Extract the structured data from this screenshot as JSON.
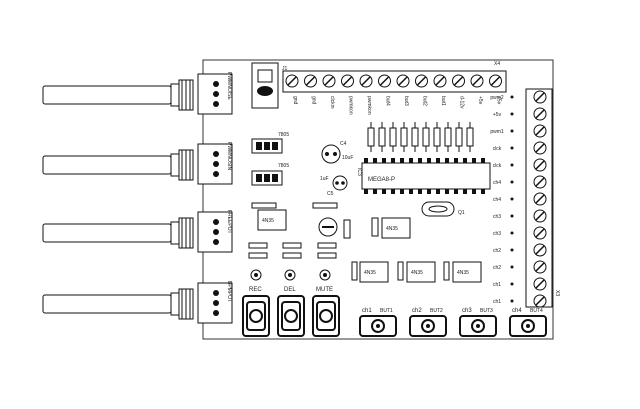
{
  "board": {
    "pots": [
      "PWMNOISE",
      "PWMNOSIN",
      "FREEPOT",
      "BPMPOT"
    ],
    "header_x4": "X4",
    "header_j1": "J1",
    "header_x3": "X3",
    "top_pins": [
      "gnd",
      "gnd",
      "clckin",
      "pwmkon",
      "pwmkon",
      "but4",
      "but3",
      "but2",
      "but1",
      "d-12v",
      "+5v",
      "+5v"
    ],
    "right_pins": [
      "pwm2",
      "+5v",
      "pwm1",
      "clck",
      "clck",
      "ch4",
      "ch4",
      "ch3",
      "ch3",
      "ch2",
      "ch2",
      "ch1",
      "ch1"
    ],
    "regulators": [
      "7805",
      "7805"
    ],
    "chips": {
      "mega": "MEGA8-P",
      "ic3": "IC3",
      "opto1": "4N35",
      "opto2": "4N35",
      "opto3": "4N35",
      "opto4": "4N35",
      "opto5": "4N35"
    },
    "caps": [
      "C4",
      "C5",
      "10uF",
      "1uF"
    ],
    "crystal": "Q1",
    "buttons": [
      "REC",
      "DEL",
      "MUTE"
    ],
    "channels": [
      {
        "ch": "ch1",
        "but": "BUT1"
      },
      {
        "ch": "ch2",
        "but": "BUT2"
      },
      {
        "ch": "ch3",
        "but": "BUT3"
      },
      {
        "ch": "ch4",
        "but": "BUT4"
      }
    ]
  }
}
